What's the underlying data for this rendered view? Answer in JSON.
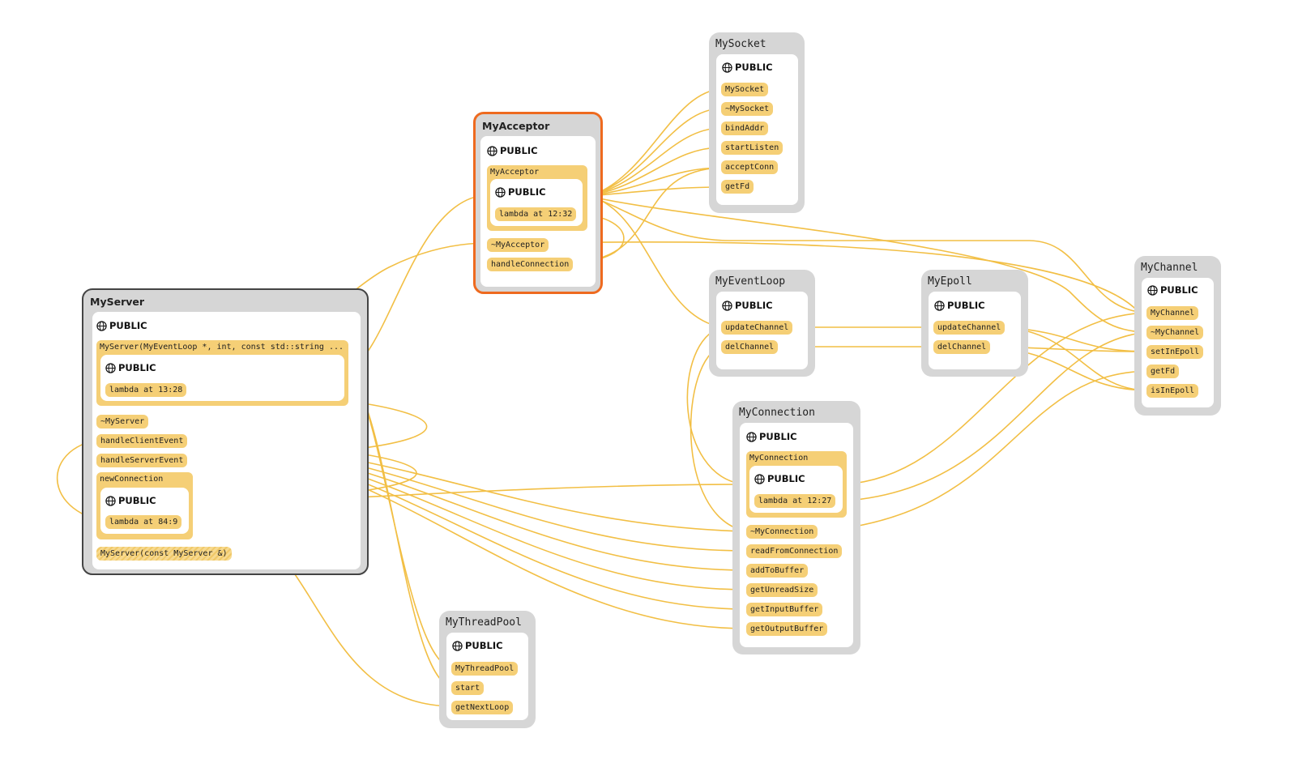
{
  "section_label": "PUBLIC",
  "colors": {
    "edge": "#f2bf45",
    "pill": "#f5cf76",
    "frame": "#d6d6d6",
    "selected_border": "#ee6a1f",
    "focus_border": "#444444"
  },
  "icons": {
    "section": "globe-icon"
  },
  "classes": {
    "my_socket": {
      "title": "MySocket",
      "methods": [
        "MySocket",
        "~MySocket",
        "bindAddr",
        "startListen",
        "acceptConn",
        "getFd"
      ]
    },
    "my_acceptor": {
      "title": "MyAcceptor",
      "group_title": "MyAcceptor",
      "lambda": "lambda at 12:32",
      "methods": [
        "~MyAcceptor",
        "handleConnection"
      ]
    },
    "my_server": {
      "title": "MyServer",
      "ctor_group": "MyServer(MyEventLoop *, int, const std::string ...",
      "ctor_lambda": "lambda at 13:28",
      "methods": [
        "~MyServer",
        "handleClientEvent",
        "handleServerEvent"
      ],
      "new_conn_group": "newConnection",
      "new_conn_lambda": "lambda at 84:9",
      "copy_ctor": "MyServer(const MyServer &)"
    },
    "my_event_loop": {
      "title": "MyEventLoop",
      "methods": [
        "updateChannel",
        "delChannel"
      ]
    },
    "my_epoll": {
      "title": "MyEpoll",
      "methods": [
        "updateChannel",
        "delChannel"
      ]
    },
    "my_channel": {
      "title": "MyChannel",
      "methods": [
        "MyChannel",
        "~MyChannel",
        "setInEpoll",
        "getFd",
        "isInEpoll"
      ]
    },
    "my_connection": {
      "title": "MyConnection",
      "group_title": "MyConnection",
      "lambda": "lambda at 12:27",
      "methods": [
        "~MyConnection",
        "readFromConnection",
        "addToBuffer",
        "getUnreadSize",
        "getInputBuffer",
        "getOutputBuffer"
      ]
    },
    "my_thread_pool": {
      "title": "MyThreadPool",
      "methods": [
        "MyThreadPool",
        "start",
        "getNextLoop"
      ]
    }
  }
}
